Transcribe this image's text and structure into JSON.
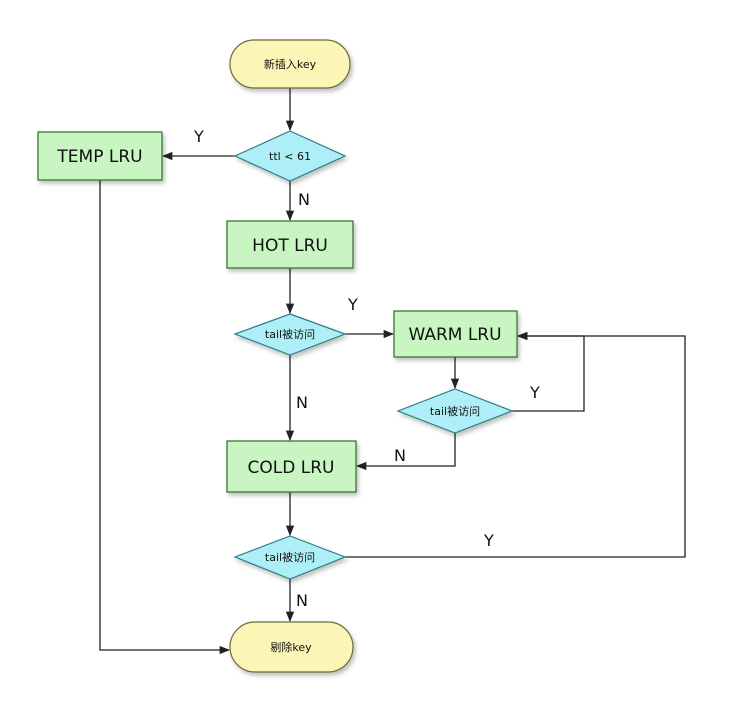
{
  "nodes": {
    "start": "新插入key",
    "ttl_check": "ttl < 61",
    "temp": "TEMP LRU",
    "hot": "HOT LRU",
    "hot_tail_check": "tail被访问",
    "warm": "WARM LRU",
    "warm_tail_check": "tail被访问",
    "cold": "COLD LRU",
    "cold_tail_check": "tail被访问",
    "end": "剔除key"
  },
  "edge_labels": {
    "ttl_yes": "Y",
    "ttl_no": "N",
    "hot_yes": "Y",
    "hot_no": "N",
    "warm_yes": "Y",
    "warm_no": "N",
    "cold_yes": "Y",
    "cold_no": "N"
  }
}
